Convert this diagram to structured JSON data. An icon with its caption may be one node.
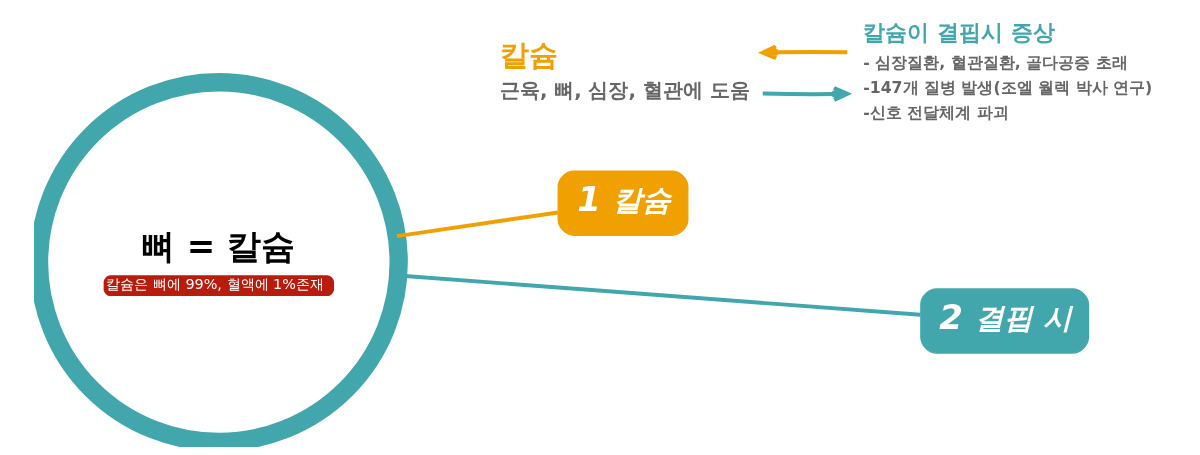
{
  "diagram": {
    "nodes": [
      {
        "text": [
          "뼈 = 칼슘",
          "칼슘은 뼈에 99%, 혈액에 1%존재"
        ]
      },
      {
        "text": [
          "1",
          "칼슘"
        ]
      },
      {
        "text": [
          "칼슘",
          "근육, 뼈, 심장, 혈관에 도움"
        ]
      },
      {
        "text": [
          "2",
          "결핍 시"
        ]
      },
      {
        "text": [
          "칼슘이 결핍시 증상",
          "- 심장질환, 혈관질환, 골다공증 초래",
          "-147개 질병 발생(조엘 월렉 박사 연구)",
          "-신호 전달체계 파괴"
        ]
      }
    ],
    "edges": [
      {
        "from": 0,
        "to": 1,
        "arrow": "none",
        "color": "#f0a000"
      },
      {
        "from": 3,
        "to": 0,
        "arrow": "none",
        "color": "#41a7ad"
      },
      {
        "from": 4,
        "to": 2,
        "arrow": "to",
        "color": "#f0a000"
      },
      {
        "from": 2,
        "to": 4,
        "arrow": "to",
        "color": "#41a7ad"
      }
    ]
  }
}
